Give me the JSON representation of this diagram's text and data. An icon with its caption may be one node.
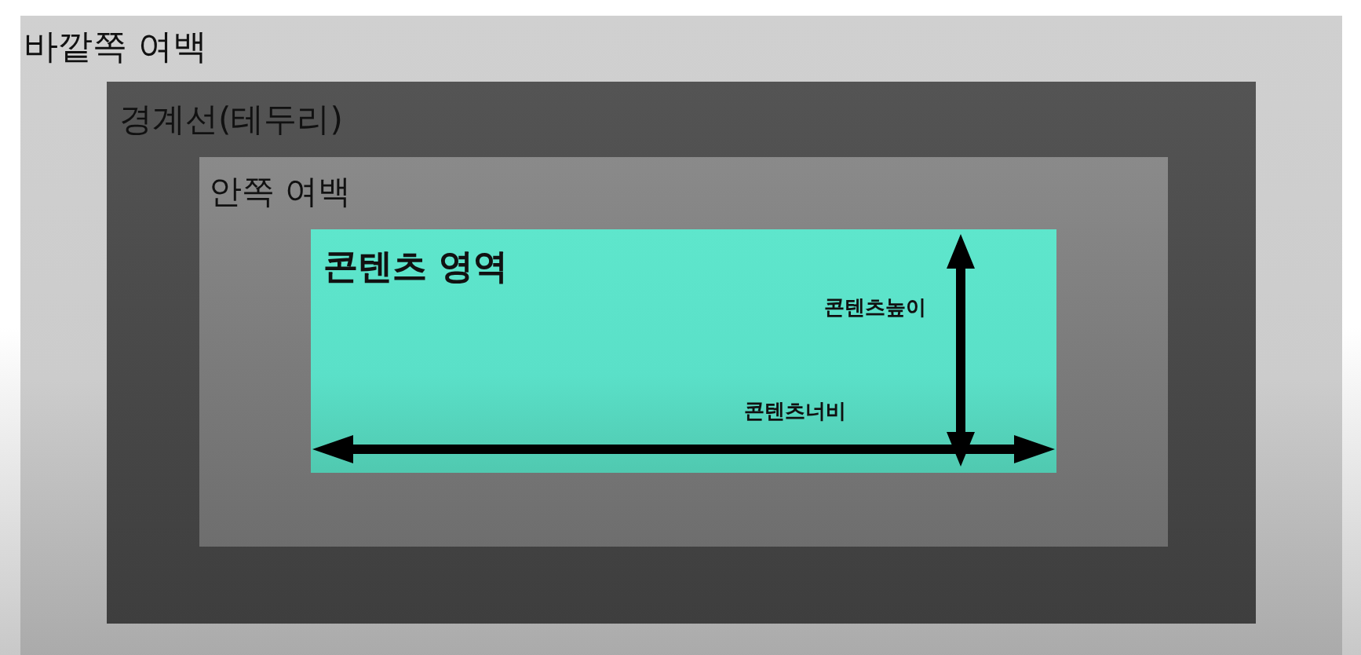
{
  "diagram": {
    "nodes": [
      {
        "text": [
          "바깥쪽 여백"
        ]
      },
      {
        "text": [
          "경계선(테두리)"
        ],
        "in": 0
      },
      {
        "text": [
          "안쪽 여백"
        ],
        "in": 1
      },
      {
        "text": [
          "콘텐츠 영역"
        ],
        "in": 2
      }
    ],
    "labels": [
      "콘텐츠높이",
      "콘텐츠너비"
    ]
  }
}
